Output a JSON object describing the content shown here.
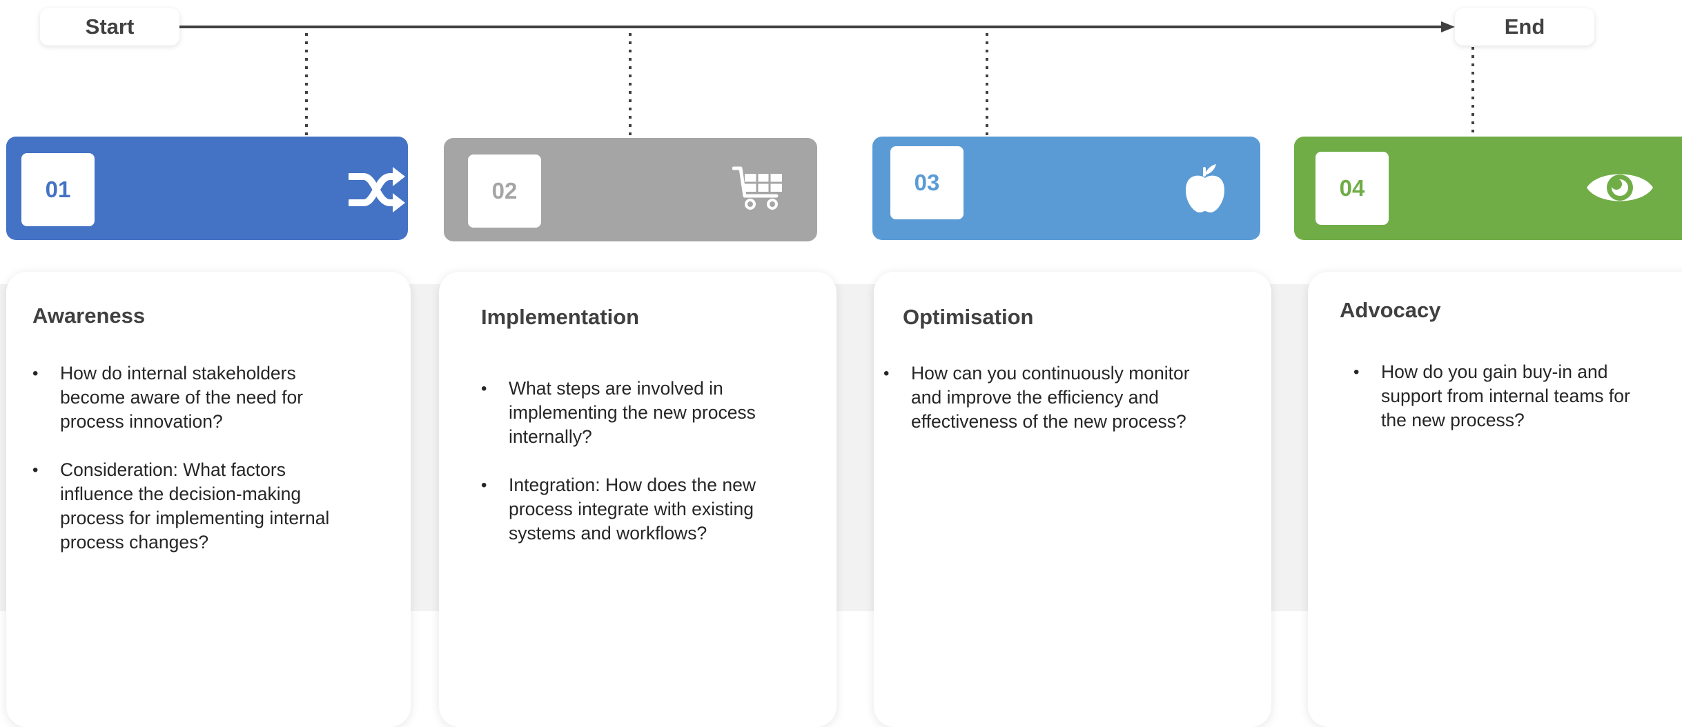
{
  "timeline": {
    "start_label": "Start",
    "end_label": "End"
  },
  "stages": [
    {
      "number": "01",
      "title": "Awareness",
      "color": "#4472C4",
      "icon": "shuffle-icon",
      "bullets": [
        "How do internal stakeholders become aware of the need for process innovation?",
        "Consideration: What factors influence the decision-making process for implementing internal process changes?"
      ]
    },
    {
      "number": "02",
      "title": "Implementation",
      "color": "#A5A5A5",
      "icon": "shopping-cart-icon",
      "bullets": [
        "What steps are involved in implementing the new process internally?",
        "Integration: How does the new process integrate with existing systems and workflows?"
      ]
    },
    {
      "number": "03",
      "title": "Optimisation",
      "color": "#5B9BD5",
      "icon": "apple-icon",
      "bullets": [
        "How can you continuously monitor and improve the efficiency and effectiveness of the new process?"
      ]
    },
    {
      "number": "04",
      "title": "Advocacy",
      "color": "#70AD47",
      "icon": "eye-icon",
      "bullets": [
        "How do you gain buy-in and support from internal teams for the new process?"
      ]
    }
  ]
}
